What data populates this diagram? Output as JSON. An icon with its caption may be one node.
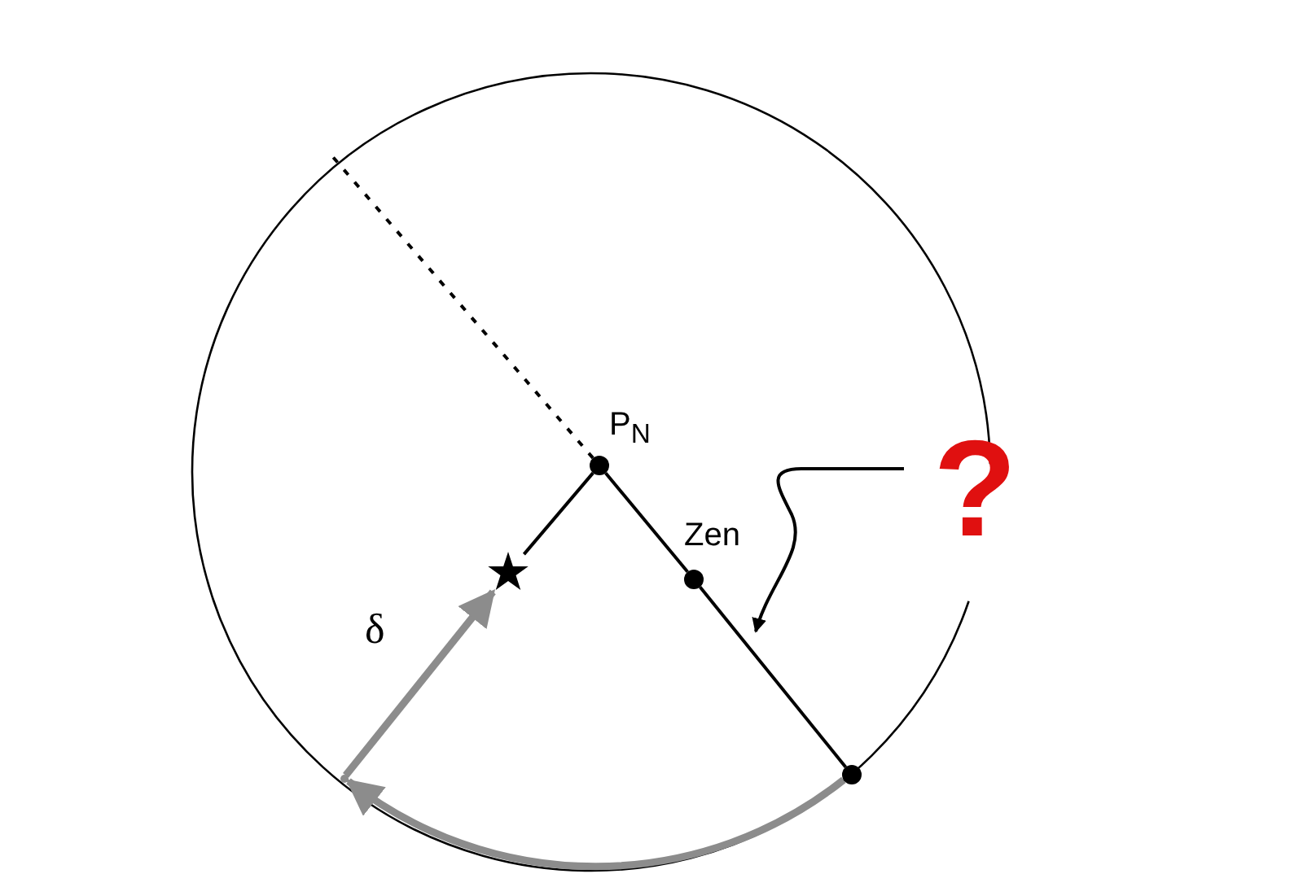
{
  "diagram": {
    "nodes": [
      {
        "text": [
          "P$_{N}$"
        ]
      },
      {
        "text": [
          "Zen"
        ]
      },
      {
        "text": [],
        "shape": "star"
      },
      {
        "text": [],
        "shape": "circle"
      },
      {
        "text": [],
        "shape": "point"
      },
      {
        "text": [
          "?"
        ]
      }
    ],
    "edges": [
      {
        "from": 0,
        "to": 2,
        "arrow": "none"
      },
      {
        "from": 0,
        "to": 1,
        "arrow": "none"
      },
      {
        "from": 1,
        "to": 3,
        "arrow": "none"
      },
      {
        "from": 0,
        "to": null,
        "arrow": "none",
        "style": "dashed"
      },
      {
        "from": 3,
        "to": 4,
        "arrow": "to",
        "style": "thick",
        "color": "#8c8c8c"
      },
      {
        "from": 4,
        "to": 2,
        "arrow": "to",
        "style": "thick",
        "color": "#8c8c8c"
      },
      {
        "from": 5,
        "to": null,
        "arrow": "to"
      }
    ],
    "labels": [
      "δ"
    ]
  }
}
